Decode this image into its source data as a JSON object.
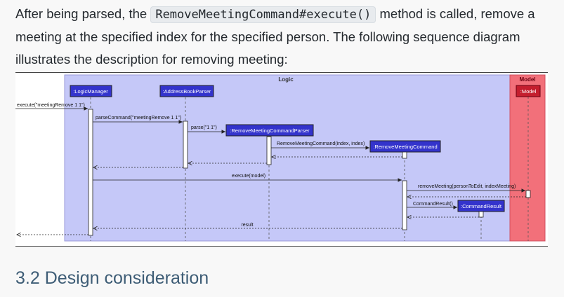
{
  "intro": {
    "part1": "After being parsed, the ",
    "code": "RemoveMeetingCommand#execute()",
    "part2": " method is called, remove a meeting at the specified index for the specified person. The following sequence diagram illustrates the description for removing meeting:"
  },
  "diagram": {
    "frames": {
      "logic": "Logic",
      "model": "Model"
    },
    "participants": {
      "logic_manager": ":LogicManager",
      "address_book_parser": ":AddressBookParser",
      "parser": ":RemoveMeetingCommandParser",
      "command": ":RemoveMeetingCommand",
      "command_result": ":CommandResult",
      "model": ":Model"
    },
    "messages": {
      "execute_input": "execute(\"meetingRemove 1 1\")",
      "parse_command": "parseCommand(\"meetingRemove 1 1\")",
      "parse": "parse(\"1 1\")",
      "create_command": "RemoveMeetingCommand(index, index)",
      "execute_model": "execute(model)",
      "remove_meeting": "removeMeeting(personToEdit, indexMeeting)",
      "create_result": "CommandResult()",
      "result": "result"
    },
    "colors": {
      "logic_bg": "#c5c8f8",
      "model_bg": "#f2707a",
      "participant": "#3333cc",
      "model_participant": "#c41e2e"
    }
  },
  "section_heading": "3.2 Design consideration"
}
